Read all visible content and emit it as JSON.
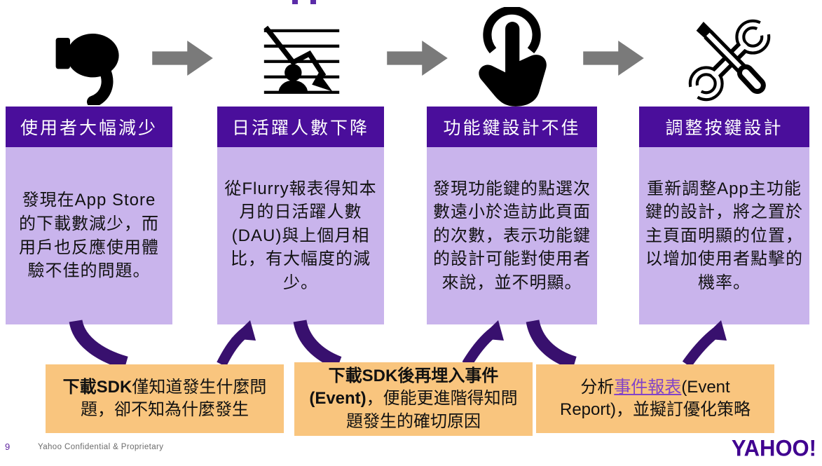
{
  "slide": {
    "page_number": "9",
    "footer_text": "Yahoo Confidential & Proprietary",
    "logo_text": "YAHOO!"
  },
  "colors": {
    "header_purple": "#4a0e9b",
    "body_lavender": "#c9b4ec",
    "flow_arrow_purple": "#38106e",
    "step_arrow_gray": "#7a7a7a",
    "note_orange": "#f9c57e",
    "link_purple": "#8243c8",
    "logo_purple": "#400090"
  },
  "steps": [
    {
      "icon": "thumbs-down-icon",
      "title": "使用者大幅減少",
      "body": "發現在App Store 的下載數減少，而用戶也反應使用體驗不佳的問題。"
    },
    {
      "icon": "declining-chart-icon",
      "title": "日活躍人數下降",
      "body": "從Flurry報表得知本月的日活躍人數(DAU)與上個月相比，有大幅度的減少。"
    },
    {
      "icon": "tap-gesture-icon",
      "title": "功能鍵設計不佳",
      "body": "發現功能鍵的點選次數遠小於造訪此頁面的次數，表示功能鍵的設計可能對使用者來說，並不明顯。"
    },
    {
      "icon": "tools-icon",
      "title": "調整按鍵設計",
      "body": "重新調整App主功能鍵的設計，將之置於主頁面明顯的位置，以增加使用者點擊的機率。"
    }
  ],
  "notes": [
    {
      "segments": [
        {
          "text": "下載SDK",
          "bold": true
        },
        {
          "text": "僅知道發生什麼問題，卻不知為什麼發生"
        }
      ]
    },
    {
      "segments": [
        {
          "text": "下載SDK後再埋入事件(Event)",
          "bold": true
        },
        {
          "text": "，便能更進階得知問題發生的確切原因"
        }
      ]
    },
    {
      "segments": [
        {
          "text": "分析"
        },
        {
          "text": "事件報表",
          "link": true
        },
        {
          "text": "(Event Report)，並擬訂優化策略"
        }
      ]
    }
  ]
}
